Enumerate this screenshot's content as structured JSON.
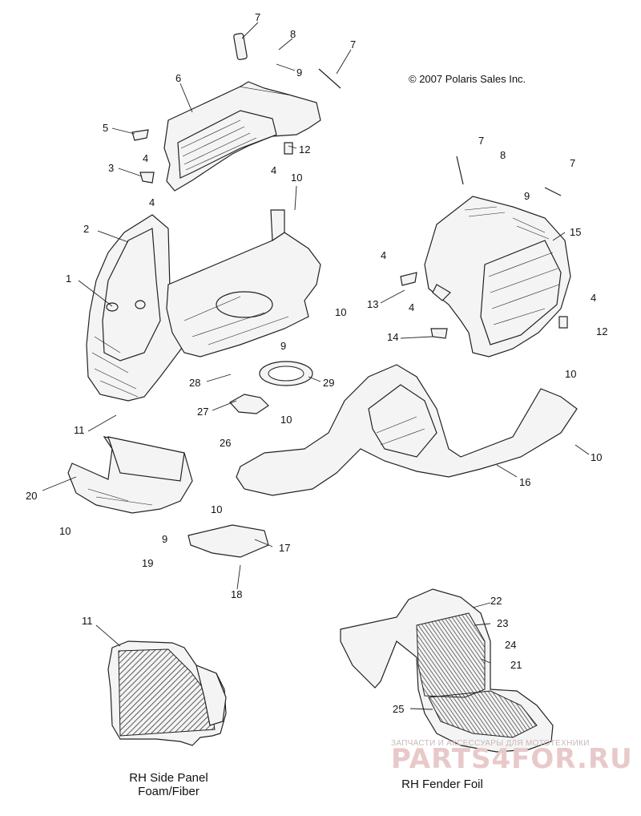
{
  "copyright": "© 2007 Polaris Sales Inc.",
  "captions": {
    "side_panel": [
      "RH Side Panel",
      "Foam/Fiber"
    ],
    "fender_foil": "RH Fender Foil"
  },
  "watermark": {
    "top": "ЗАПЧАСТИ И АКСЕССУАРЫ ДЛЯ МОТОТЕХНИКИ",
    "logo": "PARTS4FOR.RU"
  },
  "callouts": [
    {
      "id": "c1",
      "label": "7"
    },
    {
      "id": "c2",
      "label": "8"
    },
    {
      "id": "c3",
      "label": "9"
    },
    {
      "id": "c4",
      "label": "7"
    },
    {
      "id": "c5",
      "label": "6"
    },
    {
      "id": "c6",
      "label": "5"
    },
    {
      "id": "c7",
      "label": "4"
    },
    {
      "id": "c8",
      "label": "3"
    },
    {
      "id": "c9",
      "label": "4"
    },
    {
      "id": "c10",
      "label": "12"
    },
    {
      "id": "c11",
      "label": "4"
    },
    {
      "id": "c12",
      "label": "10"
    },
    {
      "id": "c13",
      "label": "2"
    },
    {
      "id": "c14",
      "label": "1"
    },
    {
      "id": "c15",
      "label": "10"
    },
    {
      "id": "c16",
      "label": "9"
    },
    {
      "id": "c17",
      "label": "28"
    },
    {
      "id": "c18",
      "label": "29"
    },
    {
      "id": "c19",
      "label": "27"
    },
    {
      "id": "c20",
      "label": "10"
    },
    {
      "id": "c21",
      "label": "26"
    },
    {
      "id": "c22",
      "label": "11"
    },
    {
      "id": "c23",
      "label": "20"
    },
    {
      "id": "c24",
      "label": "10"
    },
    {
      "id": "c25",
      "label": "9"
    },
    {
      "id": "c26",
      "label": "19"
    },
    {
      "id": "c27",
      "label": "10"
    },
    {
      "id": "c28",
      "label": "17"
    },
    {
      "id": "c29",
      "label": "18"
    },
    {
      "id": "c30",
      "label": "7"
    },
    {
      "id": "c31",
      "label": "8"
    },
    {
      "id": "c32",
      "label": "7"
    },
    {
      "id": "c33",
      "label": "9"
    },
    {
      "id": "c34",
      "label": "15"
    },
    {
      "id": "c35",
      "label": "4"
    },
    {
      "id": "c36",
      "label": "13"
    },
    {
      "id": "c37",
      "label": "4"
    },
    {
      "id": "c38",
      "label": "14"
    },
    {
      "id": "c39",
      "label": "4"
    },
    {
      "id": "c40",
      "label": "12"
    },
    {
      "id": "c41",
      "label": "10"
    },
    {
      "id": "c42",
      "label": "16"
    },
    {
      "id": "c43",
      "label": "10"
    },
    {
      "id": "c44",
      "label": "11"
    },
    {
      "id": "c45",
      "label": "22"
    },
    {
      "id": "c46",
      "label": "23"
    },
    {
      "id": "c47",
      "label": "24"
    },
    {
      "id": "c48",
      "label": "21"
    },
    {
      "id": "c49",
      "label": "25"
    }
  ]
}
